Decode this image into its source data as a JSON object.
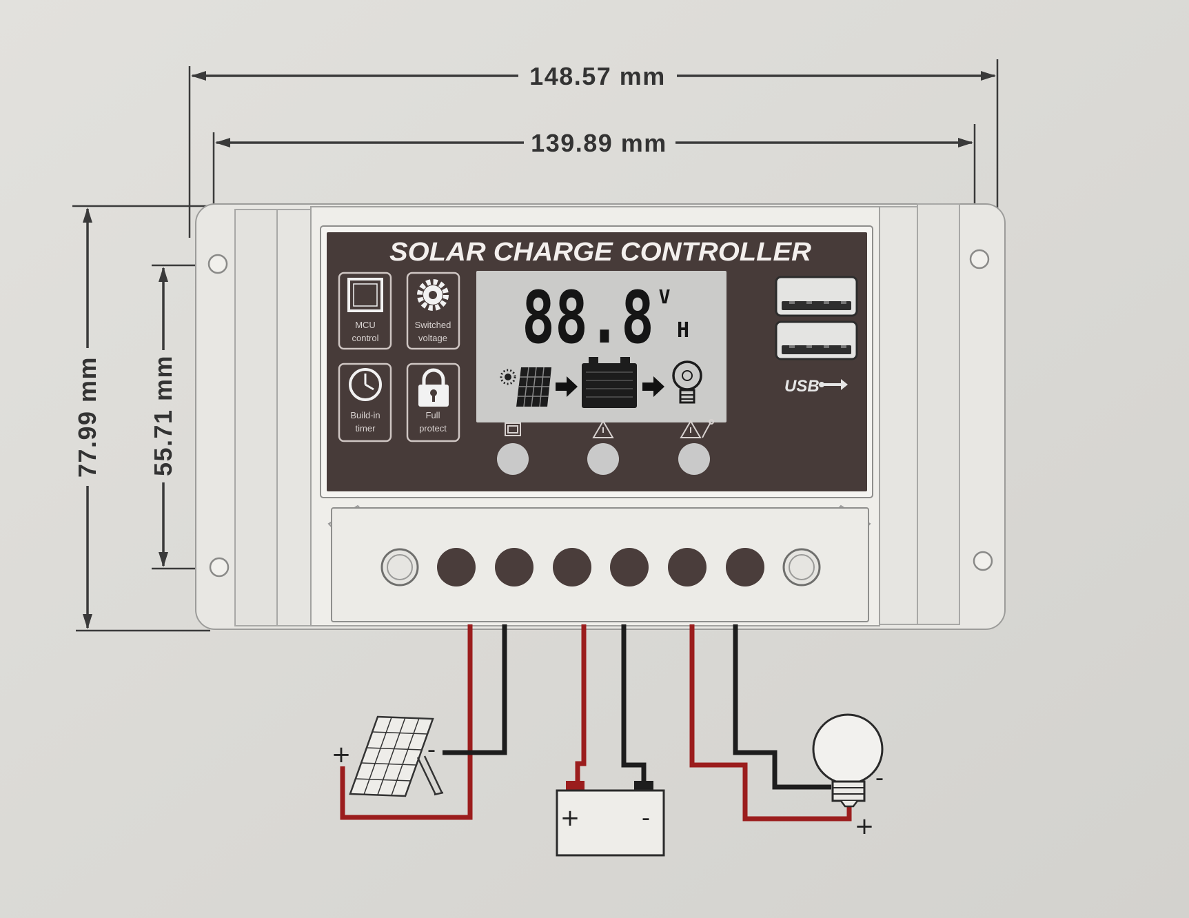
{
  "dimensions": {
    "overall_width": "148.57 mm",
    "mounting_hole_width": "139.89 mm",
    "overall_height": "77.99 mm",
    "mounting_hole_height": "55.71 mm"
  },
  "controller": {
    "title": "SOLAR CHARGE CONTROLLER",
    "features": [
      {
        "line1": "MCU",
        "line2": "control",
        "icon": "chip-icon"
      },
      {
        "line1": "Switched",
        "line2": "voltage",
        "icon": "gear-icon"
      },
      {
        "line1": "Build-in",
        "line2": "timer",
        "icon": "clock-icon"
      },
      {
        "line1": "Full",
        "line2": "protect",
        "icon": "lock-icon"
      }
    ],
    "lcd": {
      "reading": "88.8",
      "unit_top": "V",
      "unit_bottom": "H",
      "icons": [
        "sun-icon",
        "solar-panel-icon",
        "arrow-right-icon",
        "battery-icon",
        "arrow-right-icon",
        "bulb-icon"
      ]
    },
    "button_icons": [
      "menu-icon",
      "warning-icon",
      "load-warning-icon"
    ],
    "usb_label": "USB"
  },
  "wiring": {
    "solar_panel": {
      "positive": "+",
      "negative": "-"
    },
    "battery": {
      "positive": "+",
      "negative": "-"
    },
    "load": {
      "positive": "+",
      "negative": "-"
    }
  },
  "colors": {
    "positive_wire": "#9b1d1d",
    "negative_wire": "#1d1d1d",
    "display_panel": "#473b39",
    "lcd_screen": "#cbcbc9"
  }
}
